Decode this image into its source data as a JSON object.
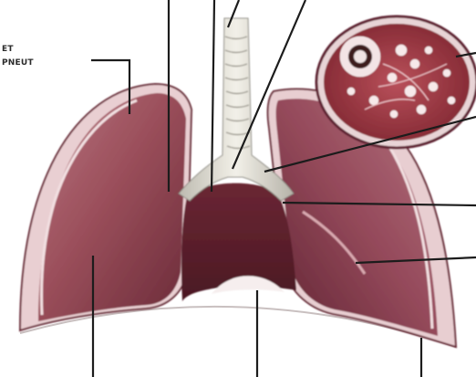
{
  "labels": {
    "fragment_top": "ET",
    "fragment_bottom": "PNEUT"
  },
  "colors": {
    "background": "#ffffff",
    "lung_tissue": "#9b4f5b",
    "lung_dark": "#5c2230",
    "pleura_light": "#e7cdd0",
    "trachea": "#e4e2d8",
    "diaphragm_line": "#c9c0c0",
    "leader_lines": "#1c1c1c"
  },
  "icons": [
    "lung-diagram",
    "magnified-alveoli-inset"
  ]
}
